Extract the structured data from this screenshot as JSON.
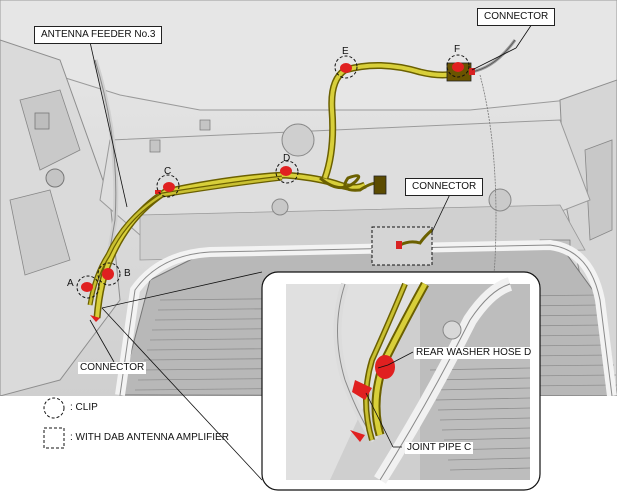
{
  "labels": {
    "antenna_feeder": "ANTENNA FEEDER No.3",
    "connector_top": "CONNECTOR",
    "connector_middle": "CONNECTOR",
    "connector_bottom": "CONNECTOR",
    "rear_washer_hose": "REAR WASHER HOSE D",
    "joint_pipe": "JOINT PIPE C"
  },
  "clips": [
    "A",
    "B",
    "C",
    "D",
    "E",
    "F"
  ],
  "legend": {
    "clip": ": CLIP",
    "dab": ": WITH DAB ANTENNA AMPLIFIER"
  },
  "colors": {
    "clip_red": "#e02020",
    "harness_yellow": "#d8cf3a",
    "harness_dark": "#6b6000"
  }
}
